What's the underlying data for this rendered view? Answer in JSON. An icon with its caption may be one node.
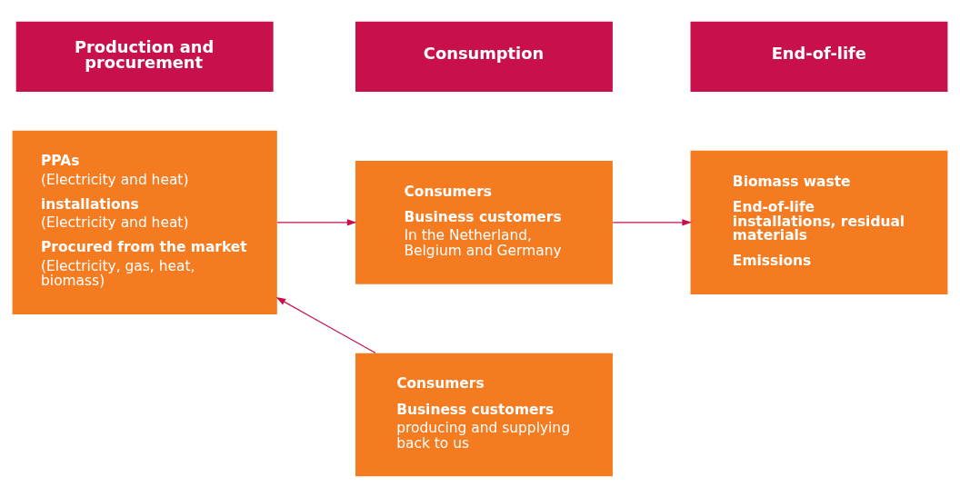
{
  "diagram": {
    "nodes": [
      {
        "text": [
          "Production and procurement"
        ]
      },
      {
        "text": [
          "Consumption"
        ]
      },
      {
        "text": [
          "End-of-life"
        ]
      },
      {
        "text": [
          "PPAs",
          "(Electricity and heat)",
          "installations",
          "(Electricity and heat)",
          "Procured from the market",
          "(Electricity, gas, heat, biomass)"
        ]
      },
      {
        "text": [
          "Consumers",
          "Business customers",
          "In the Netherland, Belgium and Germany"
        ]
      },
      {
        "text": [
          "Biomass waste",
          "End-of-life installations, residual materials",
          "Emissions"
        ]
      },
      {
        "text": [
          "Consumers",
          "Business customers",
          "producing and supplying back to us"
        ]
      }
    ],
    "edges": [
      {
        "from": 3,
        "to": 4,
        "arrow": "to"
      },
      {
        "from": 4,
        "to": 5,
        "arrow": "to"
      },
      {
        "from": 6,
        "to": 3,
        "arrow": "to"
      }
    ]
  }
}
